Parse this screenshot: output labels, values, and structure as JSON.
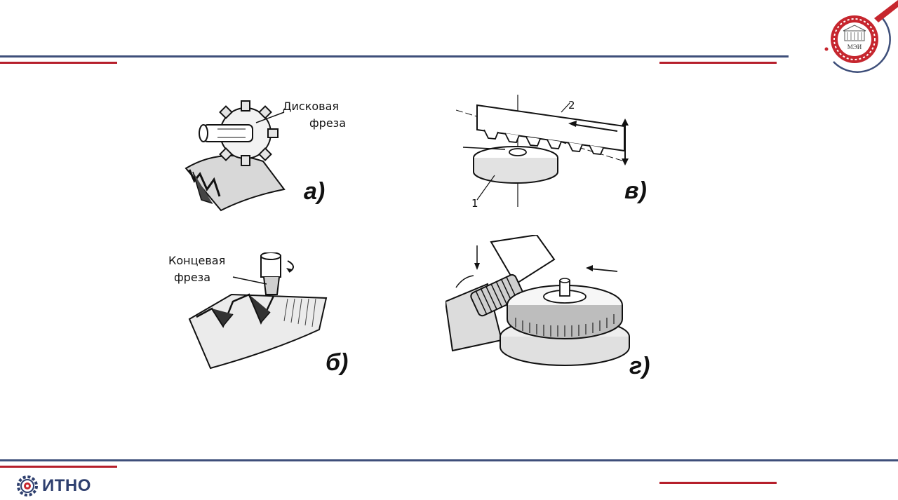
{
  "branding": {
    "footer_logo_text": "ИТНО",
    "header_logo_text": "МЭИ"
  },
  "figures": {
    "a": {
      "letter": "а)",
      "label_line1": "Дисковая",
      "label_line2": "фреза"
    },
    "b": {
      "letter": "б)",
      "label_line1": "Концевая",
      "label_line2": "фреза"
    },
    "v": {
      "letter": "в)",
      "num1": "1",
      "num2": "2"
    },
    "g": {
      "letter": "г)"
    }
  },
  "colors": {
    "accent_blue": "#3e4f7a",
    "accent_red": "#b61f2b"
  }
}
